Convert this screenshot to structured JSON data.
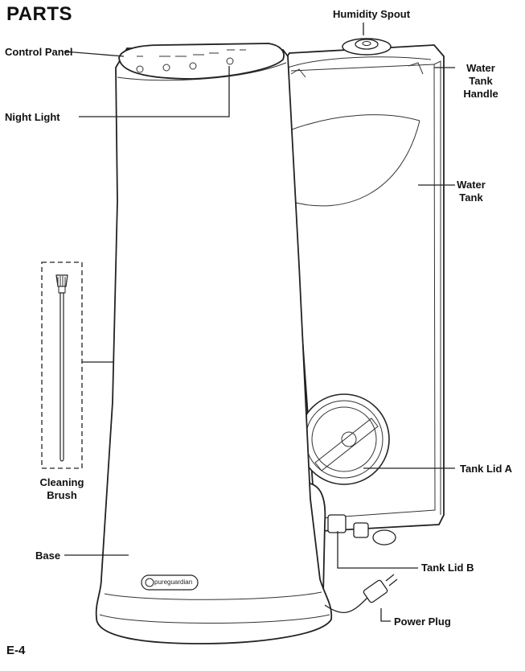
{
  "title": "PARTS",
  "page_number": "E-4",
  "brand": "pureguardian",
  "labels": {
    "humidity_spout": "Humidity Spout",
    "control_panel": "Control Panel",
    "night_light": "Night Light",
    "water_tank_handle": [
      "Water",
      "Tank",
      "Handle"
    ],
    "water_tank": [
      "Water",
      "Tank"
    ],
    "cleaning_brush": [
      "Cleaning",
      "Brush"
    ],
    "tank_lid_a": "Tank Lid A",
    "base": "Base",
    "tank_lid_b": "Tank Lid B",
    "power_plug": "Power Plug"
  }
}
